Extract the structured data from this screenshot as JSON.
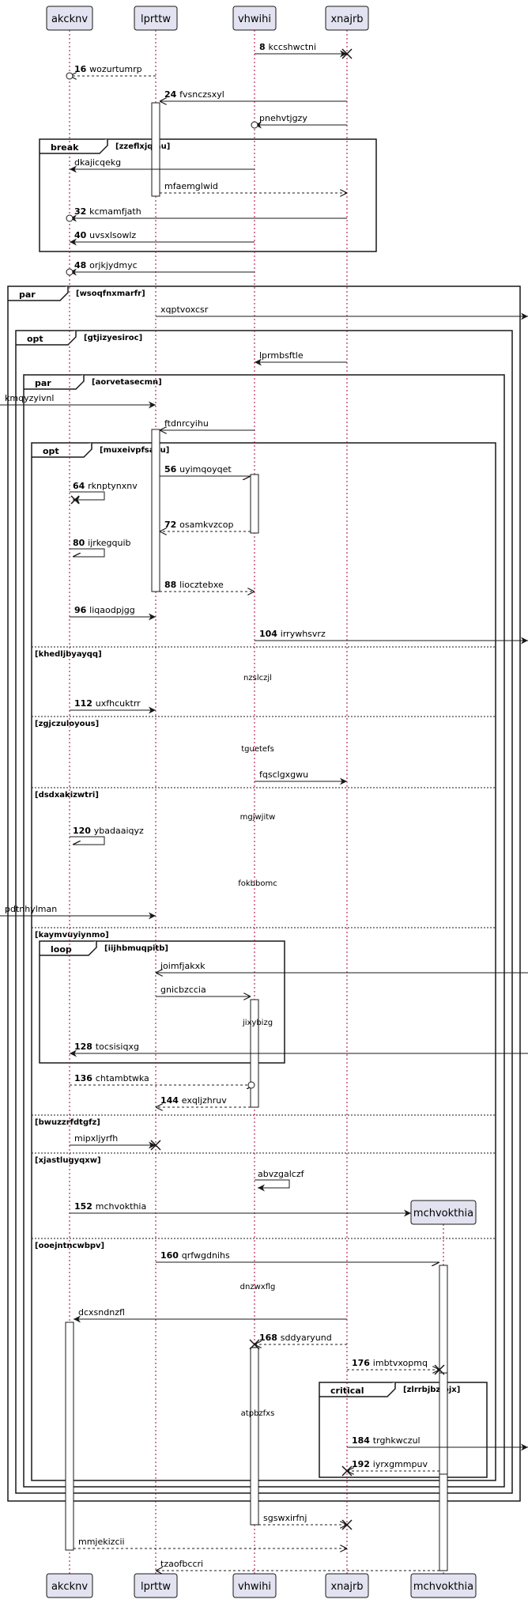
{
  "participants": [
    "akcknv",
    "lprttw",
    "vhwihi",
    "xnajrb",
    "mchvokthia"
  ],
  "fragments": [
    {
      "tag": "break",
      "cond": "[zzeflxjqjau]"
    },
    {
      "tag": "par",
      "cond": "[wsoqfnxmarfr]"
    },
    {
      "tag": "opt",
      "cond": "[gtjizyesiroc]"
    },
    {
      "tag": "par",
      "cond": "[aorvetasecmn]"
    },
    {
      "tag": "opt",
      "cond": "[muxeivpfsabu]"
    },
    {
      "tag": "loop",
      "cond": "[iijhbmuqpitb]"
    },
    {
      "tag": "critical",
      "cond": "[zlrrbjbzipjx]"
    }
  ],
  "else_labels": [
    "[khedljbyayqq]",
    "[zgjczuloyous]",
    "[dsdxakizwtri]",
    "[kaymvuyiynmo]",
    "[bwuzzrfdtgfz]",
    "[xjastlugyqxw]",
    "[ooejntncwbpv]"
  ],
  "notes": [
    "nzslczjl",
    "tguetefs",
    "mgjwjitw",
    "fokbbomc",
    "jixybizg",
    "dnzwxflg",
    "atpbzfxs"
  ],
  "messages": [
    {
      "num": "8",
      "text": "kccshwctni"
    },
    {
      "num": "16",
      "text": "wozurtumrp"
    },
    {
      "num": "24",
      "text": "fvsnczsxyl"
    },
    {
      "num": "",
      "text": "pnehvtjgzy"
    },
    {
      "num": "",
      "text": "dkajicqekg"
    },
    {
      "num": "",
      "text": "mfaemglwid"
    },
    {
      "num": "32",
      "text": "kcmamfjath"
    },
    {
      "num": "40",
      "text": "uvsxlsowlz"
    },
    {
      "num": "48",
      "text": "orjkjydmyc"
    },
    {
      "num": "",
      "text": "xqptvoxcsr"
    },
    {
      "num": "",
      "text": "lprmbsftle"
    },
    {
      "num": "",
      "text": "kmqyzyivnl"
    },
    {
      "num": "",
      "text": "ftdnrcyihu"
    },
    {
      "num": "56",
      "text": "uyimqoyqet"
    },
    {
      "num": "64",
      "text": "rknptynxnv"
    },
    {
      "num": "72",
      "text": "osamkvzcop"
    },
    {
      "num": "80",
      "text": "ijrkegquib"
    },
    {
      "num": "88",
      "text": "liocztebxe"
    },
    {
      "num": "96",
      "text": "liqaodpjgg"
    },
    {
      "num": "104",
      "text": "irrywhsvrz"
    },
    {
      "num": "112",
      "text": "uxfhcuktrr"
    },
    {
      "num": "",
      "text": "fqsclgxgwu"
    },
    {
      "num": "120",
      "text": "ybadaaiqyz"
    },
    {
      "num": "",
      "text": "pdtnhylman"
    },
    {
      "num": "",
      "text": "joimfjakxk"
    },
    {
      "num": "",
      "text": "gnicbzccia"
    },
    {
      "num": "128",
      "text": "tocsisiqxg"
    },
    {
      "num": "136",
      "text": "chtambtwka"
    },
    {
      "num": "144",
      "text": "exqljzhruv"
    },
    {
      "num": "",
      "text": "mipxljyrfh"
    },
    {
      "num": "",
      "text": "abvzgalczf"
    },
    {
      "num": "152",
      "text": "mchvokthia"
    },
    {
      "num": "160",
      "text": "qrfwgdnihs"
    },
    {
      "num": "",
      "text": "dcxsndnzfl"
    },
    {
      "num": "168",
      "text": "sddyaryund"
    },
    {
      "num": "176",
      "text": "imbtvxopmq"
    },
    {
      "num": "184",
      "text": "trghkwczul"
    },
    {
      "num": "192",
      "text": "iyrxgmmpuv"
    },
    {
      "num": "",
      "text": "sgswxirfnj"
    },
    {
      "num": "",
      "text": "mmjekizcii"
    },
    {
      "num": "",
      "text": "tzaofbccri"
    }
  ],
  "colors": {
    "participant_fill": "#e2e2f0",
    "participant_stroke": "#181818",
    "line": "#181818",
    "lifeline": "#a80036"
  }
}
